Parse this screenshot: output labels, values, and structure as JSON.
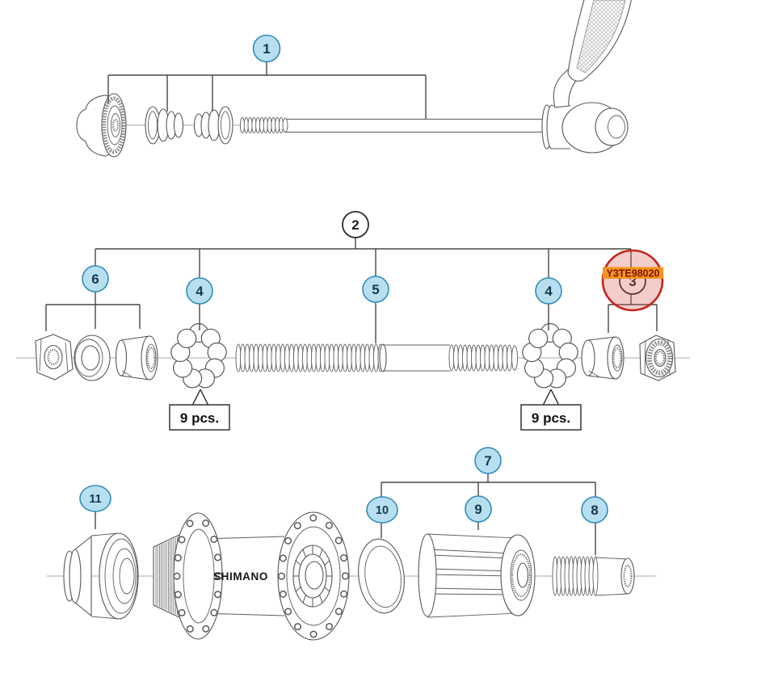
{
  "figure": {
    "background": "#ffffff",
    "brand_logo_text": "SHIMANO",
    "qty_labels": {
      "left": "9 pcs.",
      "right": "9 pcs."
    },
    "callouts": {
      "c1": {
        "label": "1",
        "style": "blue"
      },
      "c2": {
        "label": "2",
        "style": "white"
      },
      "c3": {
        "label": "3",
        "style": "white",
        "highlighted": true
      },
      "c4a": {
        "label": "4",
        "style": "blue"
      },
      "c4b": {
        "label": "4",
        "style": "blue"
      },
      "c5": {
        "label": "5",
        "style": "blue"
      },
      "c6": {
        "label": "6",
        "style": "blue"
      },
      "c7": {
        "label": "7",
        "style": "blue"
      },
      "c8": {
        "label": "8",
        "style": "blue"
      },
      "c9": {
        "label": "9",
        "style": "blue"
      },
      "c10": {
        "label": "10",
        "style": "blue"
      },
      "c11": {
        "label": "11",
        "style": "blue"
      }
    },
    "highlight": {
      "part_number": "Y3TE98020",
      "ring_color": "#c4251d",
      "fill_color": "rgba(219,88,82,0.30)",
      "label_bg": "#f6941d",
      "label_text_color": "#7a1404"
    },
    "colors": {
      "callout_blue_fill": "#b7dff0",
      "callout_blue_border": "#2f8cba",
      "callout_number": "#16384e",
      "callout_white_fill": "#ffffff",
      "annotation_line": "#464646",
      "part_line": "#565656"
    }
  }
}
